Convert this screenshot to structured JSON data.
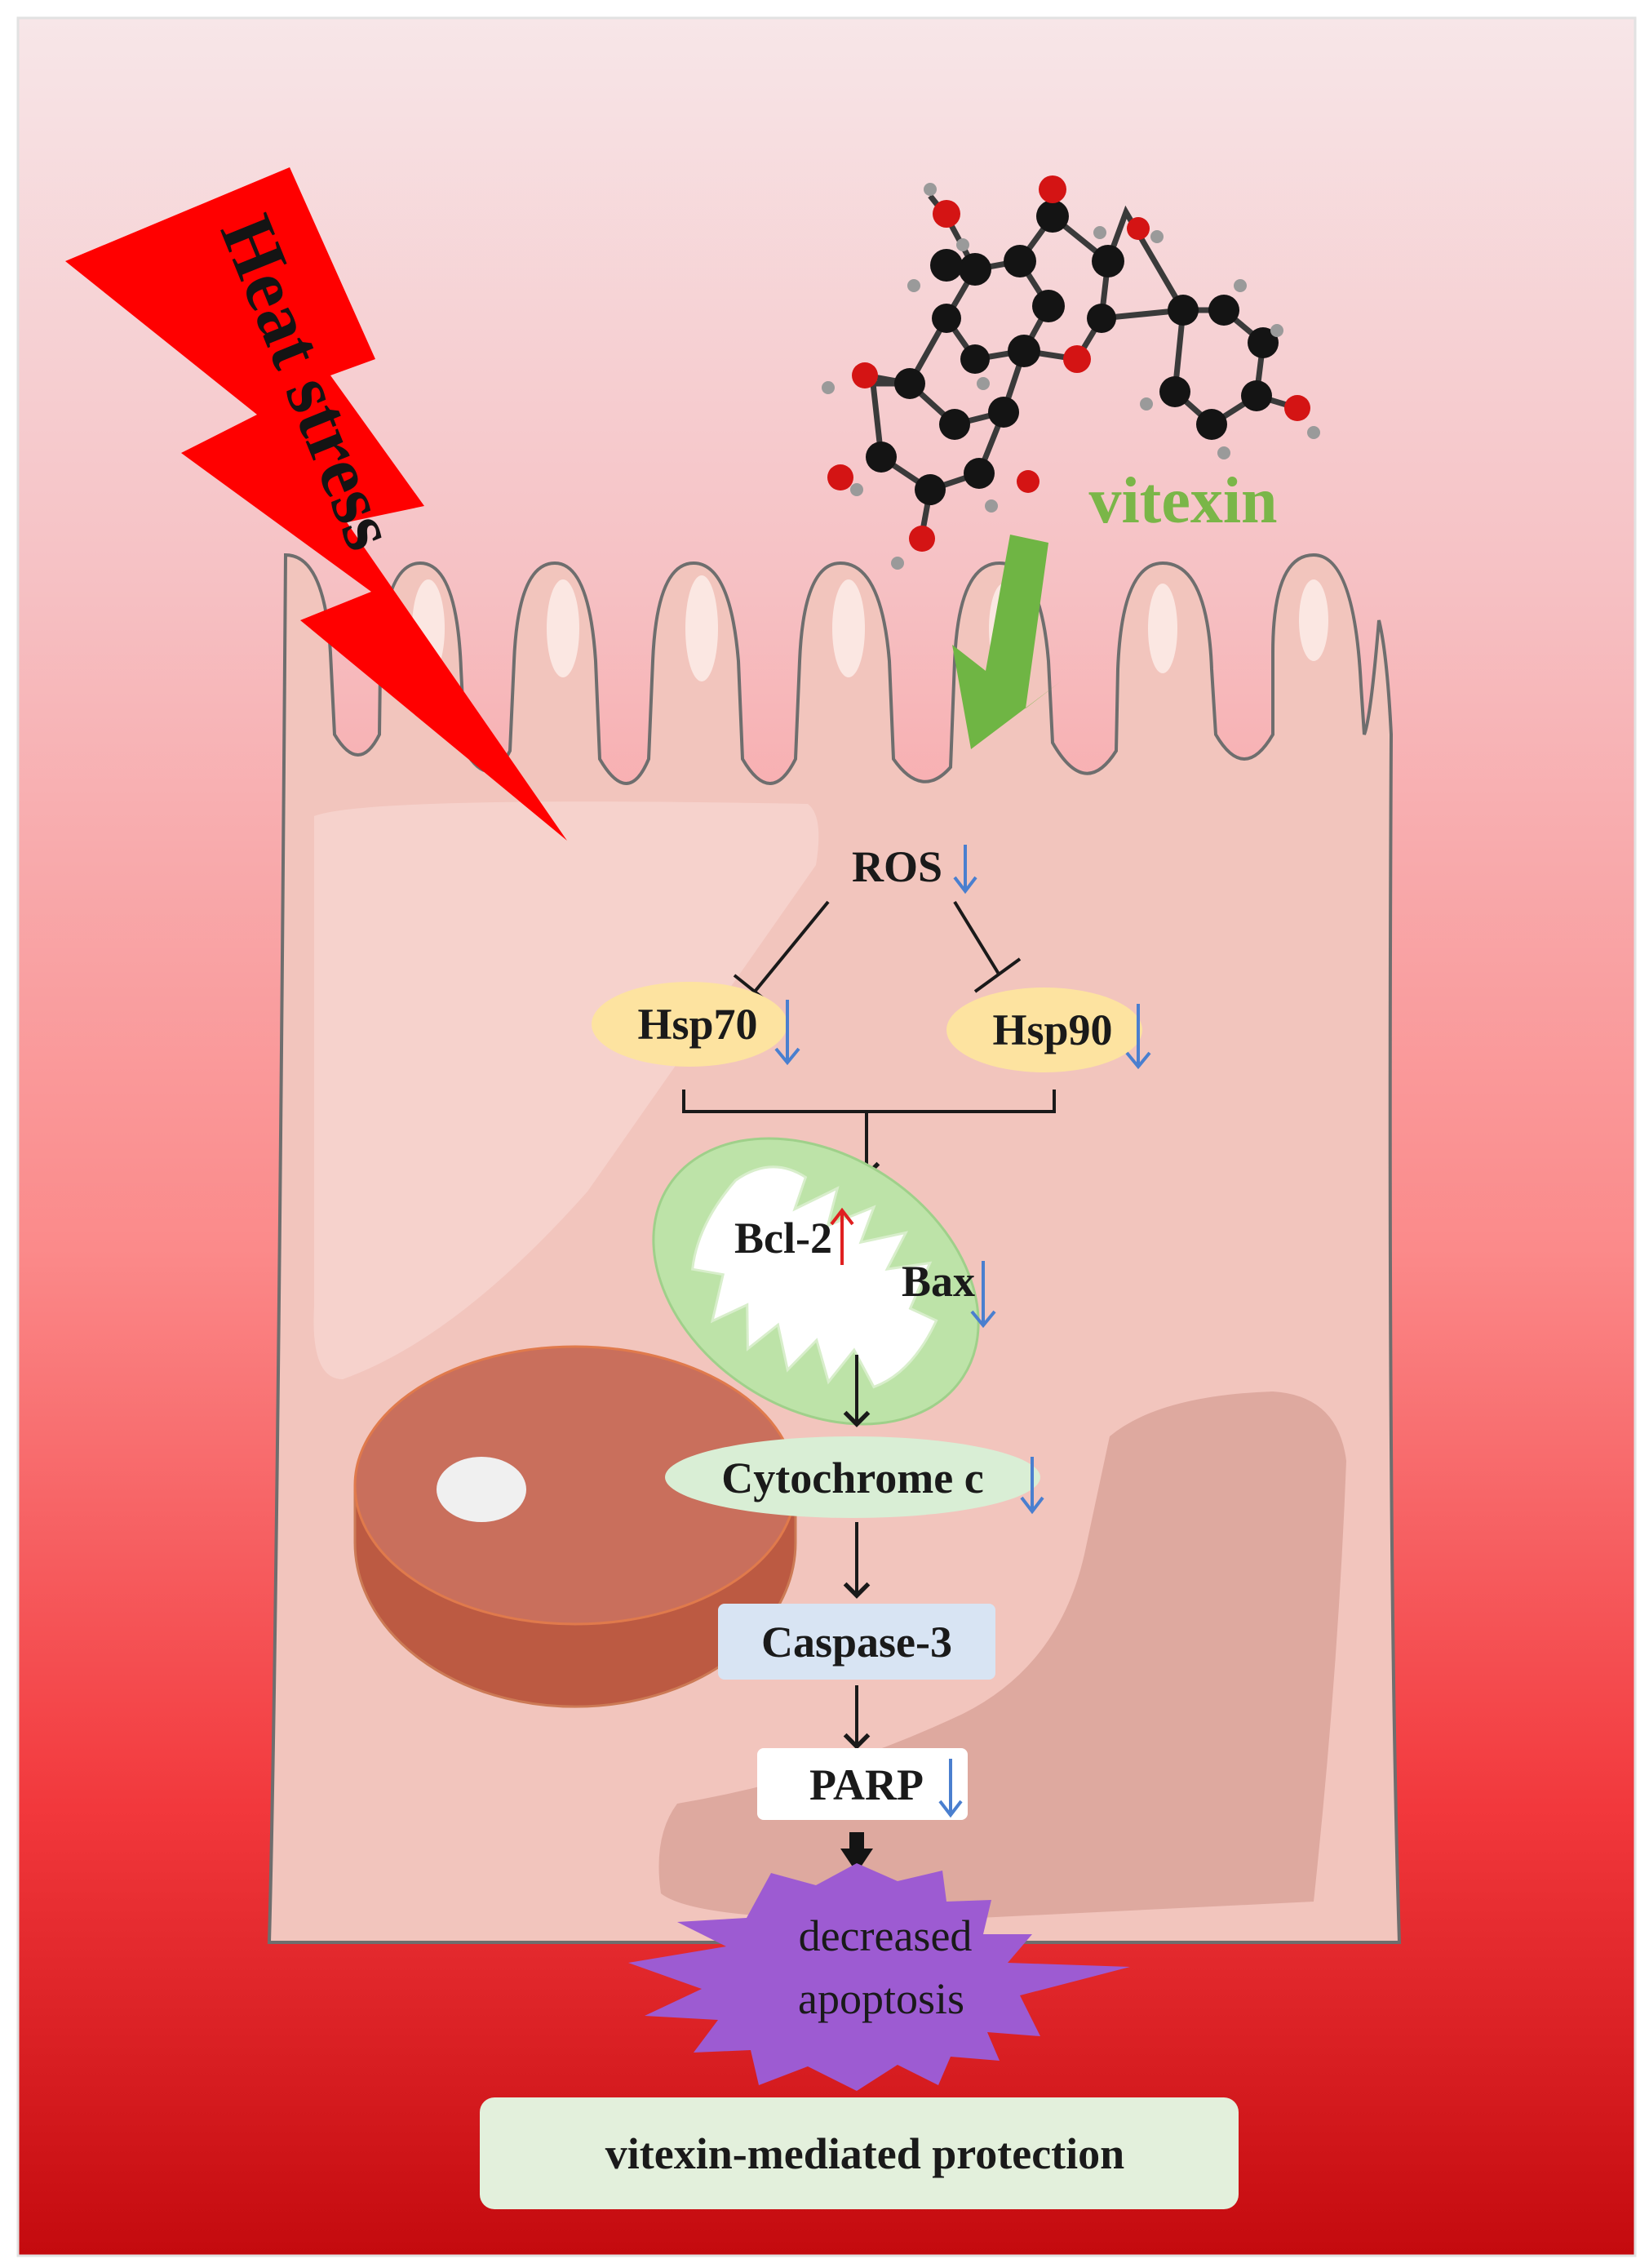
{
  "stressor": {
    "label": "Heat stress"
  },
  "compound": {
    "label": "vitexin"
  },
  "pathway": {
    "ros": {
      "label": "ROS",
      "trend_icon": "down-arrow-icon"
    },
    "hsp70": {
      "label": "Hsp70",
      "trend_icon": "down-arrow-icon"
    },
    "hsp90": {
      "label": "Hsp90",
      "trend_icon": "down-arrow-icon"
    },
    "bcl2": {
      "label": "Bcl-2",
      "trend_icon": "up-arrow-icon"
    },
    "bax": {
      "label": "Bax",
      "trend_icon": "down-arrow-icon"
    },
    "cytochrome": {
      "label": "Cytochrome c",
      "trend_icon": "down-arrow-icon"
    },
    "caspase3": {
      "label": "Caspase-3"
    },
    "parp": {
      "label": "PARP",
      "trend_icon": "down-arrow-icon"
    },
    "outcome": {
      "line1": "decreased",
      "line2": "apoptosis"
    }
  },
  "footer": {
    "label": "vitexin-mediated protection"
  },
  "colors": {
    "background_top": "#f7e6e8",
    "background_bottom": "#c40a0e",
    "cell": "#f2c5bd",
    "lightning": "#ff0000",
    "vitexin_text": "#7ab648",
    "vitexin_arrow": "#6fb544",
    "protein_ellipse": "#fde3a0",
    "mitochondrion": "#bde3a8",
    "nucleus": "#c96f5c",
    "caspase_box": "#d8e4f3",
    "outcome_star": "#9d5bd2",
    "footer_box": "#e3f0dc",
    "down_arrow": "#4a7fcf",
    "up_arrow": "#e02020"
  }
}
